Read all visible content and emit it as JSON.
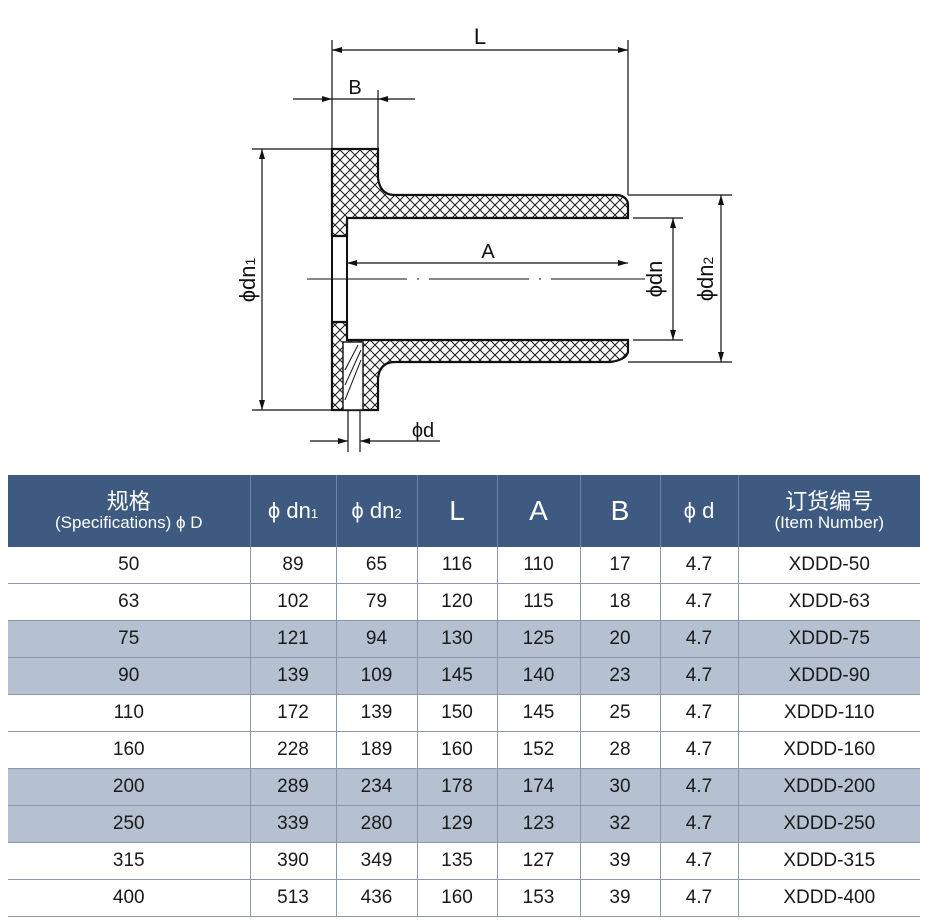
{
  "drawing": {
    "labels": {
      "L": "L",
      "B": "B",
      "A": "A",
      "dn1": "ϕdn",
      "dn1_sub": "1",
      "dn": "ϕdn",
      "dn2": "ϕdn",
      "dn2_sub": "2",
      "d": "ϕd"
    }
  },
  "table": {
    "headers": {
      "spec_cn": "规格",
      "spec_en": "(Specifications) ϕ D",
      "dn1": "ϕ dn",
      "dn1_sub": "1",
      "dn2": "ϕ dn",
      "dn2_sub": "2",
      "L": "L",
      "A": "A",
      "B": "B",
      "d": "ϕ d",
      "item_cn": "订货编号",
      "item_en": "(Item Number)"
    },
    "rows": [
      {
        "spec": "50",
        "dn1": "89",
        "dn2": "65",
        "L": "116",
        "A": "110",
        "B": "17",
        "d": "4.7",
        "item": "XDDD-50"
      },
      {
        "spec": "63",
        "dn1": "102",
        "dn2": "79",
        "L": "120",
        "A": "115",
        "B": "18",
        "d": "4.7",
        "item": "XDDD-63"
      },
      {
        "spec": "75",
        "dn1": "121",
        "dn2": "94",
        "L": "130",
        "A": "125",
        "B": "20",
        "d": "4.7",
        "item": "XDDD-75"
      },
      {
        "spec": "90",
        "dn1": "139",
        "dn2": "109",
        "L": "145",
        "A": "140",
        "B": "23",
        "d": "4.7",
        "item": "XDDD-90"
      },
      {
        "spec": "110",
        "dn1": "172",
        "dn2": "139",
        "L": "150",
        "A": "145",
        "B": "25",
        "d": "4.7",
        "item": "XDDD-110"
      },
      {
        "spec": "160",
        "dn1": "228",
        "dn2": "189",
        "L": "160",
        "A": "152",
        "B": "28",
        "d": "4.7",
        "item": "XDDD-160"
      },
      {
        "spec": "200",
        "dn1": "289",
        "dn2": "234",
        "L": "178",
        "A": "174",
        "B": "30",
        "d": "4.7",
        "item": "XDDD-200"
      },
      {
        "spec": "250",
        "dn1": "339",
        "dn2": "280",
        "L": "129",
        "A": "123",
        "B": "32",
        "d": "4.7",
        "item": "XDDD-250"
      },
      {
        "spec": "315",
        "dn1": "390",
        "dn2": "349",
        "L": "135",
        "A": "127",
        "B": "39",
        "d": "4.7",
        "item": "XDDD-315"
      },
      {
        "spec": "400",
        "dn1": "513",
        "dn2": "436",
        "L": "160",
        "A": "153",
        "B": "39",
        "d": "4.7",
        "item": "XDDD-400"
      }
    ]
  },
  "colors": {
    "header_bg": "#3e5a80",
    "shade_row": "#b5c1d1"
  }
}
